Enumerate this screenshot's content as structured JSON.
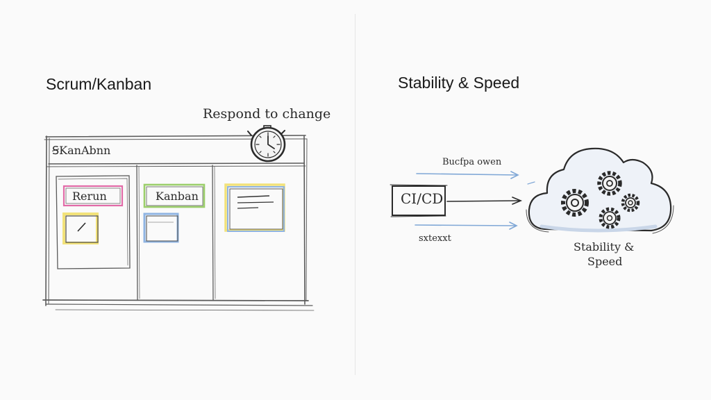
{
  "left_panel": {
    "heading": "Scrum/Kanban",
    "timer_note": "Respond to change",
    "board_title": "ꞨKanAbnn",
    "cards": {
      "scrum_card": "Rerun",
      "kanban_card": "Kanban"
    },
    "colors": {
      "pink": "#e16aa7",
      "yellow": "#f2e27a",
      "green": "#9ccf6b",
      "blue": "#8fb4e3"
    },
    "icons": [
      "stopwatch-icon"
    ]
  },
  "right_panel": {
    "heading": "Stability & Speed",
    "ci_label": "CI/CD",
    "top_arrow_label": "Bucfpa owen",
    "bottom_arrow_label": "sxtexxt",
    "cloud_label_line1": "Stability &",
    "cloud_label_line2": "Speed",
    "colors": {
      "arrow_blue": "#7fa7d6",
      "cloud_shade": "#dbe5f2"
    },
    "icons": [
      "cloud-icon",
      "gear-icon"
    ]
  }
}
